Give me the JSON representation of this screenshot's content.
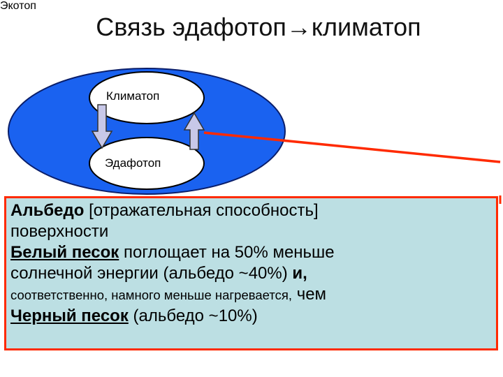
{
  "slide": {
    "title": "Связь эдафотоп→климатоп"
  },
  "diagram": {
    "climatope_label": "Климатоп",
    "edaphotope_label": "Эдафотоп",
    "ecotope_label": "Экотоп",
    "colors": {
      "ellipse_fill": "#1a62f0",
      "ecotope_fill": "#ffff99",
      "ecotope_text": "#cc0000",
      "connector_line": "#ff2a00"
    }
  },
  "textbox": {
    "albedo_term": "Альбедо",
    "albedo_definition": " [отражательная способность]",
    "surface_word": "поверхности",
    "white_sand": "Белый песок",
    "white_sand_rest": " поглощает на 50% меньше",
    "line3": "солнечной энергии (альбедо ~40%)",
    "line3_and": " и,",
    "line4_small": "соответственно, намного меньше нагревается,",
    "line4_than": " чем",
    "black_sand": "Черный песок",
    "black_sand_rest": " (альбедо ~10%)",
    "colors": {
      "background": "#bcdfe3",
      "border": "#ff2a00"
    }
  }
}
